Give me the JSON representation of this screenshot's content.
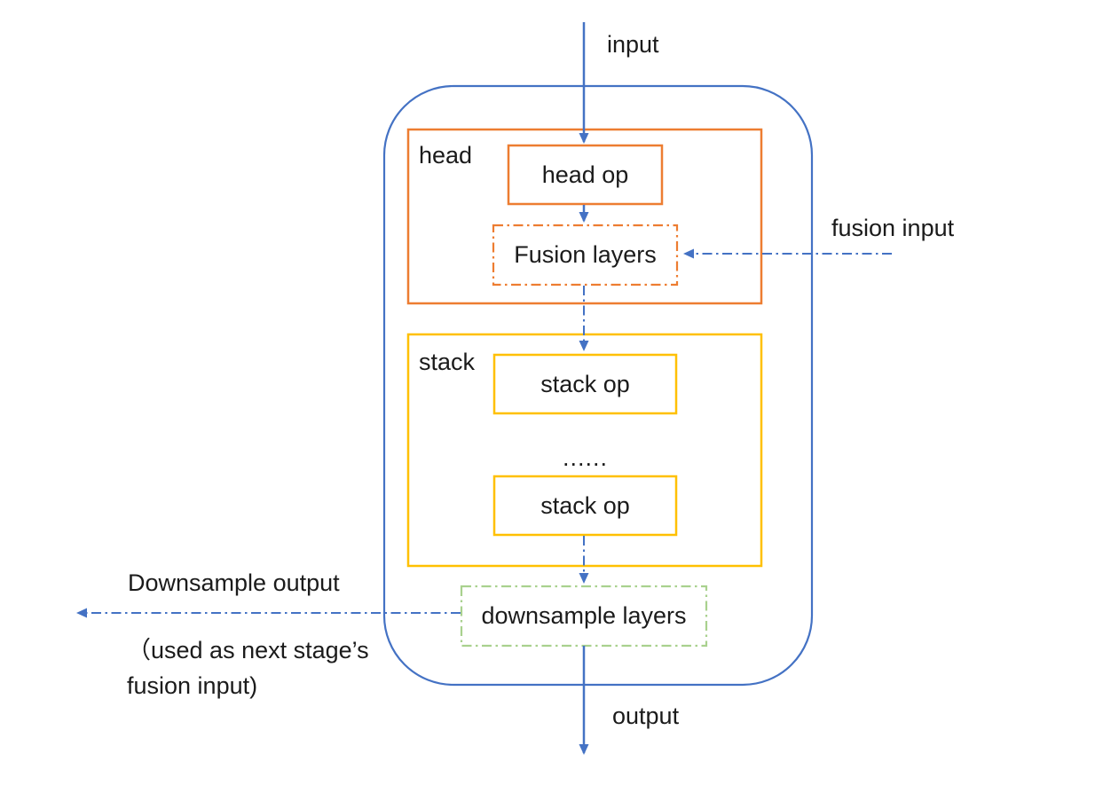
{
  "colors": {
    "flow_blue": "#4472C4",
    "head_orange": "#ED7D31",
    "stack_yellow": "#FFC000",
    "downsample_green": "#A9D18E"
  },
  "stage": {
    "input_label": "input",
    "output_label": "output",
    "fusion_input_label": "fusion input",
    "downsample_output_label": "Downsample output",
    "downsample_note_line1": "（used as next stage’s",
    "downsample_note_line2": "fusion input)",
    "head": {
      "label": "head",
      "head_op_label": "head op",
      "fusion_layers_label": "Fusion layers"
    },
    "stack": {
      "label": "stack",
      "stack_op_top_label": "stack op",
      "ellipsis": "......",
      "stack_op_bottom_label": "stack op"
    },
    "downsample_layers_label": "downsample layers"
  }
}
